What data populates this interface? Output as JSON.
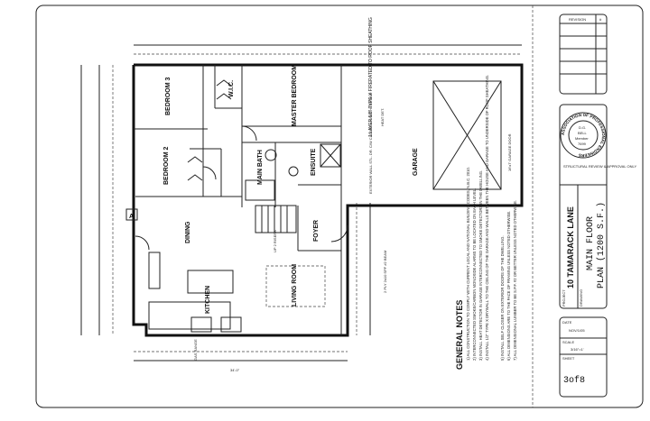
{
  "rooms": {
    "bedroom3": "BEDROOM 3",
    "bedroom2": "BEDROOM 2",
    "wic": "W.I.C.",
    "master": "MASTER BEDROOM",
    "main_bath": "MAIN BATH",
    "ensuite": "ENSUITE",
    "dining": "DINING",
    "kitchen": "KITCHEN",
    "living": "LIVING ROOM",
    "foyer": "FOYER",
    "garage": "GARAGE",
    "garage_door": "16'x7' GARAGE DOOR"
  },
  "annotations": {
    "section_marker": "A",
    "firewall": "1 LAYER 5/8\" TYPE X FIRERATED TO ROOF SHEATHING",
    "heat_det": "HEAT DET.",
    "wall_note": "EXTERIOR WALL STL. DR. C/W CLOSER & WEATHERSTRIP",
    "stairs_note": "UP 2 RISERS",
    "beam_note": "2 PLY 2x10 SPF #2 BEAM",
    "gas_range": "GAS RANGE",
    "overall_dim": "34'-0\""
  },
  "general_notes": {
    "title": "GENERAL NOTES",
    "items": [
      "1)  ALL CONSTRUCTION TO COMPLY WITH CURRENT LOCAL AND NATIONAL BUILDING CODES, N.B.C. 2010.",
      "2)  INTERCONNECTED SMOKE/CARBON MONOXIDE ALARMS TO BE LOCATED ON EACH LEVEL.",
      "3)  INSTALL HEAT DETECTOR IN GARAGE INTERCONNECTED TO SMOKE DETECTORS IN THE DWELLING.",
      "4)  INSTALL 1/2\" TYPE X DRYWALL TO THE CEILING OF THE GARAGE AND WALLS BETWEEN THE HOUSE AND GARAGE TO UNDERSIDE OF ROOF SHEATHING.",
      "5)  INSTALL SELF CLOSER ON EXTERIOR DOORS OF THE DWELLING.",
      "6)  ALL DIMENSIONS ARE TO THE FACE OF FRAMING UNLESS NOTED OTHERWISE.",
      "7)  ALL DIMENSIONAL LUMBER TO BE S.P.F. #2 OR BETTER UNLESS NOTED OTHERWISE."
    ]
  },
  "title_block": {
    "revisions_header": "REVISION",
    "rev_col": "#",
    "seal_lines": [
      "D.G.",
      "BELL",
      "Member",
      "7699"
    ],
    "seal_ring": "ASSOCIATION OF PROFESSIONAL ENGINEERS",
    "seal_caption": "STRUCTURAL REVIEW & APPROVAL ONLY",
    "project_label": "PROJECT",
    "project": "10 TAMARACK LANE",
    "drawing_label": "DRAWING",
    "drawing_line1": "MAIN FLOOR",
    "drawing_line2": "PLAN (1200 S.F.)",
    "date_label": "DATE",
    "date": "NOV/1/05",
    "scale_label": "SCALE",
    "scale": "3/16\"=1'",
    "sheet_label": "SHEET",
    "sheet": "3of8"
  }
}
